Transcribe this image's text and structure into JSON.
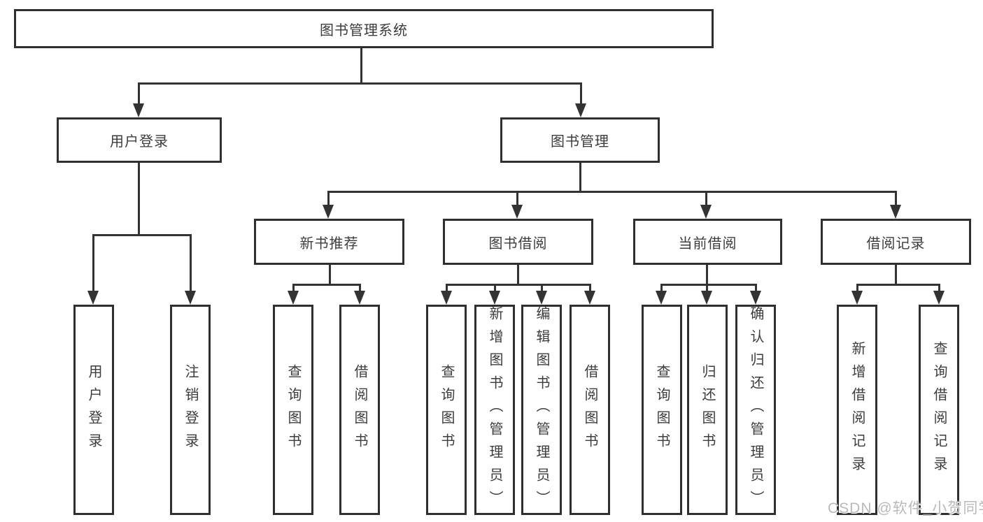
{
  "root": {
    "label": "图书管理系统"
  },
  "level2": [
    {
      "label": "用户登录"
    },
    {
      "label": "图书管理"
    }
  ],
  "level3": [
    {
      "label": "新书推荐"
    },
    {
      "label": "图书借阅"
    },
    {
      "label": "当前借阅"
    },
    {
      "label": "借阅记录"
    }
  ],
  "leaves": [
    {
      "label": "用户登录"
    },
    {
      "label": "注销登录"
    },
    {
      "label": "查询图书"
    },
    {
      "label": "借阅图书"
    },
    {
      "label": "查询图书"
    },
    {
      "label": "新增图书（管理员）"
    },
    {
      "label": "编辑图书（管理员）"
    },
    {
      "label": "借阅图书"
    },
    {
      "label": "查询图书"
    },
    {
      "label": "归还图书"
    },
    {
      "label": "确认归还（管理员）"
    },
    {
      "label": "新增借阅记录"
    },
    {
      "label": "查询借阅记录"
    }
  ],
  "watermark": {
    "text": "CSDN @软件_小贺同学"
  },
  "colors": {
    "line": "#333333",
    "border": "#2f2f2f",
    "text": "#3c3c3c",
    "watermark": "#b9b9b9",
    "background": "#ffffff"
  }
}
